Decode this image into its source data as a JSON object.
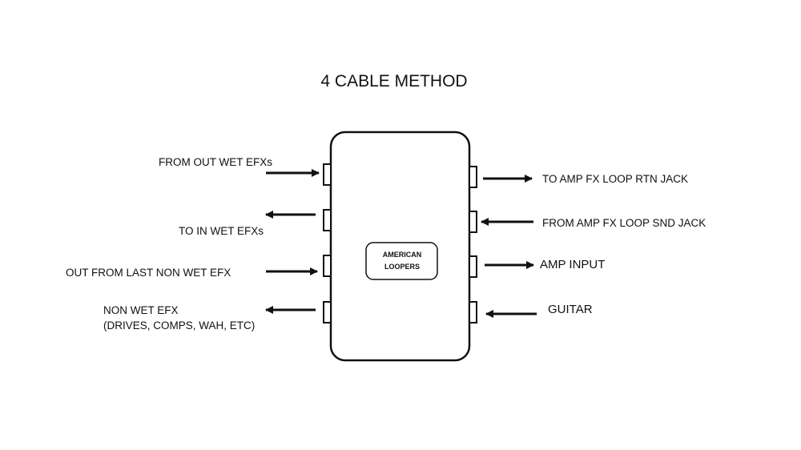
{
  "title": "4 CABLE METHOD",
  "logo": {
    "line1": "AMERICAN",
    "line2": "LOOPERS"
  },
  "left_connections": [
    {
      "label": "FROM OUT WET EFXs",
      "direction": "in"
    },
    {
      "label": "TO IN WET EFXs",
      "direction": "out"
    },
    {
      "label": "OUT FROM LAST NON WET EFX",
      "direction": "in"
    },
    {
      "label": "NON WET EFX",
      "label2": "(DRIVES, COMPS, WAH, ETC)",
      "direction": "out"
    }
  ],
  "right_connections": [
    {
      "label": "TO AMP FX LOOP RTN JACK",
      "direction": "out"
    },
    {
      "label": "FROM AMP FX LOOP SND JACK",
      "direction": "in"
    },
    {
      "label": "AMP INPUT",
      "direction": "out"
    },
    {
      "label": "GUITAR",
      "direction": "in"
    }
  ],
  "colors": {
    "ink": "#111111",
    "background": "#ffffff"
  }
}
